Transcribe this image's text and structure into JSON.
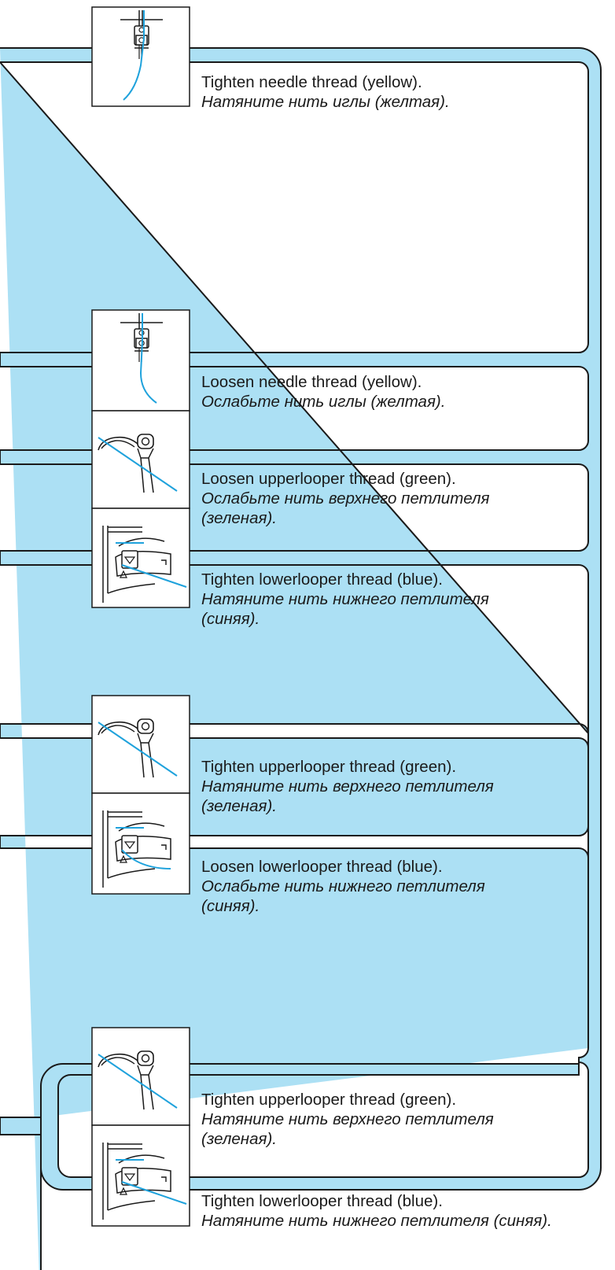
{
  "accent_color": "#1fa2dc",
  "pipe_color": "#ace0f4",
  "steps": [
    {
      "en": "Tighten needle thread (yellow).",
      "ru": "Натяните нить иглы (желтая)."
    },
    {
      "en": "Loosen needle thread (yellow).",
      "ru": "Ослабьте нить иглы (желтая)."
    },
    {
      "en": "Loosen upperlooper thread (green).",
      "ru": "Ослабьте нить верхнего петлителя",
      "ru2": "(зеленая)."
    },
    {
      "en": "Tighten lowerlooper thread (blue).",
      "ru": "Натяните нить нижнего петлителя",
      "ru2": "(синяя)."
    },
    {
      "en": "Tighten upperlooper thread (green).",
      "ru": "Натяните нить верхнего петлителя",
      "ru2": "(зеленая)."
    },
    {
      "en": "Loosen lowerlooper thread (blue).",
      "ru": "Ослабьте нить нижнего петлителя",
      "ru2": "(синяя)."
    },
    {
      "en": "Tighten upperlooper thread (green).",
      "ru": "Натяните нить верхнего петлителя",
      "ru2": "(зеленая)."
    },
    {
      "en": "Tighten lowerlooper thread (blue).",
      "ru": "Натяните нить нижнего петлителя (синяя)."
    }
  ]
}
